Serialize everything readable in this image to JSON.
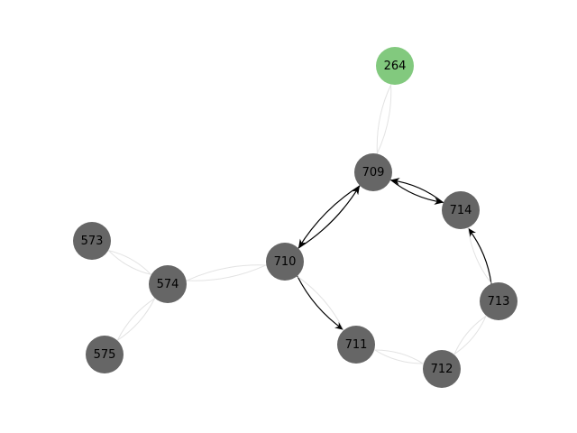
{
  "graph": {
    "colors": {
      "node_default": "#666666",
      "node_highlight": "#82c97e",
      "edge_active": "#000000",
      "edge_faint": "#e3e3e3"
    },
    "nodes": [
      {
        "id": "264",
        "label": "264",
        "highlight": true
      },
      {
        "id": "709",
        "label": "709",
        "highlight": false
      },
      {
        "id": "714",
        "label": "714",
        "highlight": false
      },
      {
        "id": "710",
        "label": "710",
        "highlight": false
      },
      {
        "id": "713",
        "label": "713",
        "highlight": false
      },
      {
        "id": "711",
        "label": "711",
        "highlight": false
      },
      {
        "id": "712",
        "label": "712",
        "highlight": false
      },
      {
        "id": "573",
        "label": "573",
        "highlight": false
      },
      {
        "id": "574",
        "label": "574",
        "highlight": false
      },
      {
        "id": "575",
        "label": "575",
        "highlight": false
      }
    ],
    "edges": [
      {
        "source": "709",
        "target": "714",
        "active": true
      },
      {
        "source": "714",
        "target": "709",
        "active": true
      },
      {
        "source": "709",
        "target": "710",
        "active": true
      },
      {
        "source": "710",
        "target": "709",
        "active": true
      },
      {
        "source": "710",
        "target": "711",
        "active": true
      },
      {
        "source": "713",
        "target": "714",
        "active": true
      },
      {
        "source": "264",
        "target": "709",
        "active": false
      },
      {
        "source": "709",
        "target": "264",
        "active": false
      },
      {
        "source": "710",
        "target": "574",
        "active": false
      },
      {
        "source": "574",
        "target": "710",
        "active": false
      },
      {
        "source": "573",
        "target": "574",
        "active": false
      },
      {
        "source": "574",
        "target": "573",
        "active": false
      },
      {
        "source": "574",
        "target": "575",
        "active": false
      },
      {
        "source": "575",
        "target": "574",
        "active": false
      },
      {
        "source": "711",
        "target": "710",
        "active": false
      },
      {
        "source": "711",
        "target": "712",
        "active": false
      },
      {
        "source": "712",
        "target": "711",
        "active": false
      },
      {
        "source": "712",
        "target": "713",
        "active": false
      },
      {
        "source": "713",
        "target": "712",
        "active": false
      },
      {
        "source": "714",
        "target": "713",
        "active": false
      }
    ]
  }
}
